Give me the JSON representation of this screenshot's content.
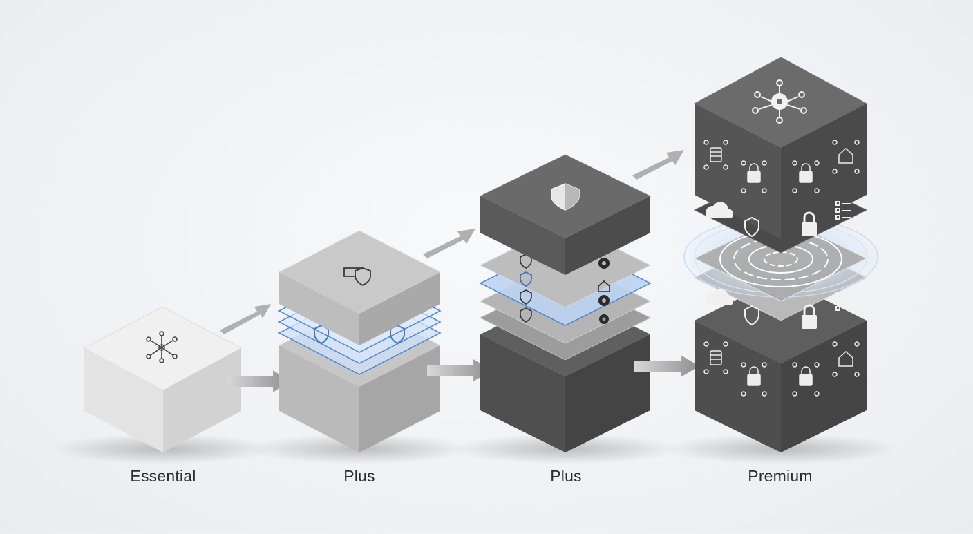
{
  "tiers": [
    {
      "label": "Essential",
      "icons": [
        "network-node-icon"
      ]
    },
    {
      "label": "Plus",
      "icons": [
        "shield-layer-icon",
        "shield-icon"
      ]
    },
    {
      "label": "Plus",
      "icons": [
        "shield-icon",
        "gear-icon",
        "house-icon"
      ]
    },
    {
      "label": "Premium",
      "icons": [
        "network-gear-icon",
        "lock-icon",
        "cloud-icon",
        "checklist-icon",
        "radar-icon"
      ]
    }
  ],
  "colors": {
    "tier1": "#e0e0e0",
    "tier2": "#b4b4b4",
    "tier3": "#5a5a5a",
    "tier4": "#555555",
    "accent": "#4a86d8",
    "arrow": "#9a9a9a"
  }
}
